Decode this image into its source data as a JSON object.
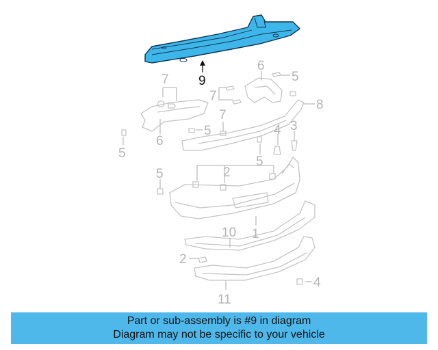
{
  "diagram": {
    "highlight_color": "#3fb6ea",
    "callouts": {
      "c9": "9",
      "c6a": "6",
      "c5a": "5",
      "c7a": "7",
      "c8": "8",
      "c7b": "7",
      "c6b": "6",
      "c5b": "5",
      "c5c": "5",
      "c7c": "7",
      "c4a": "4",
      "c3": "3",
      "c2a": "2",
      "c5d": "5",
      "c5e": "5",
      "c10": "10",
      "c1": "1",
      "c2b": "2",
      "c4b": "4",
      "c11": "11"
    }
  },
  "banner": {
    "line1": "Part or sub-assembly is #9 in diagram",
    "line2": "Diagram may not be specific to your vehicle",
    "background": "#4fb8ea"
  }
}
